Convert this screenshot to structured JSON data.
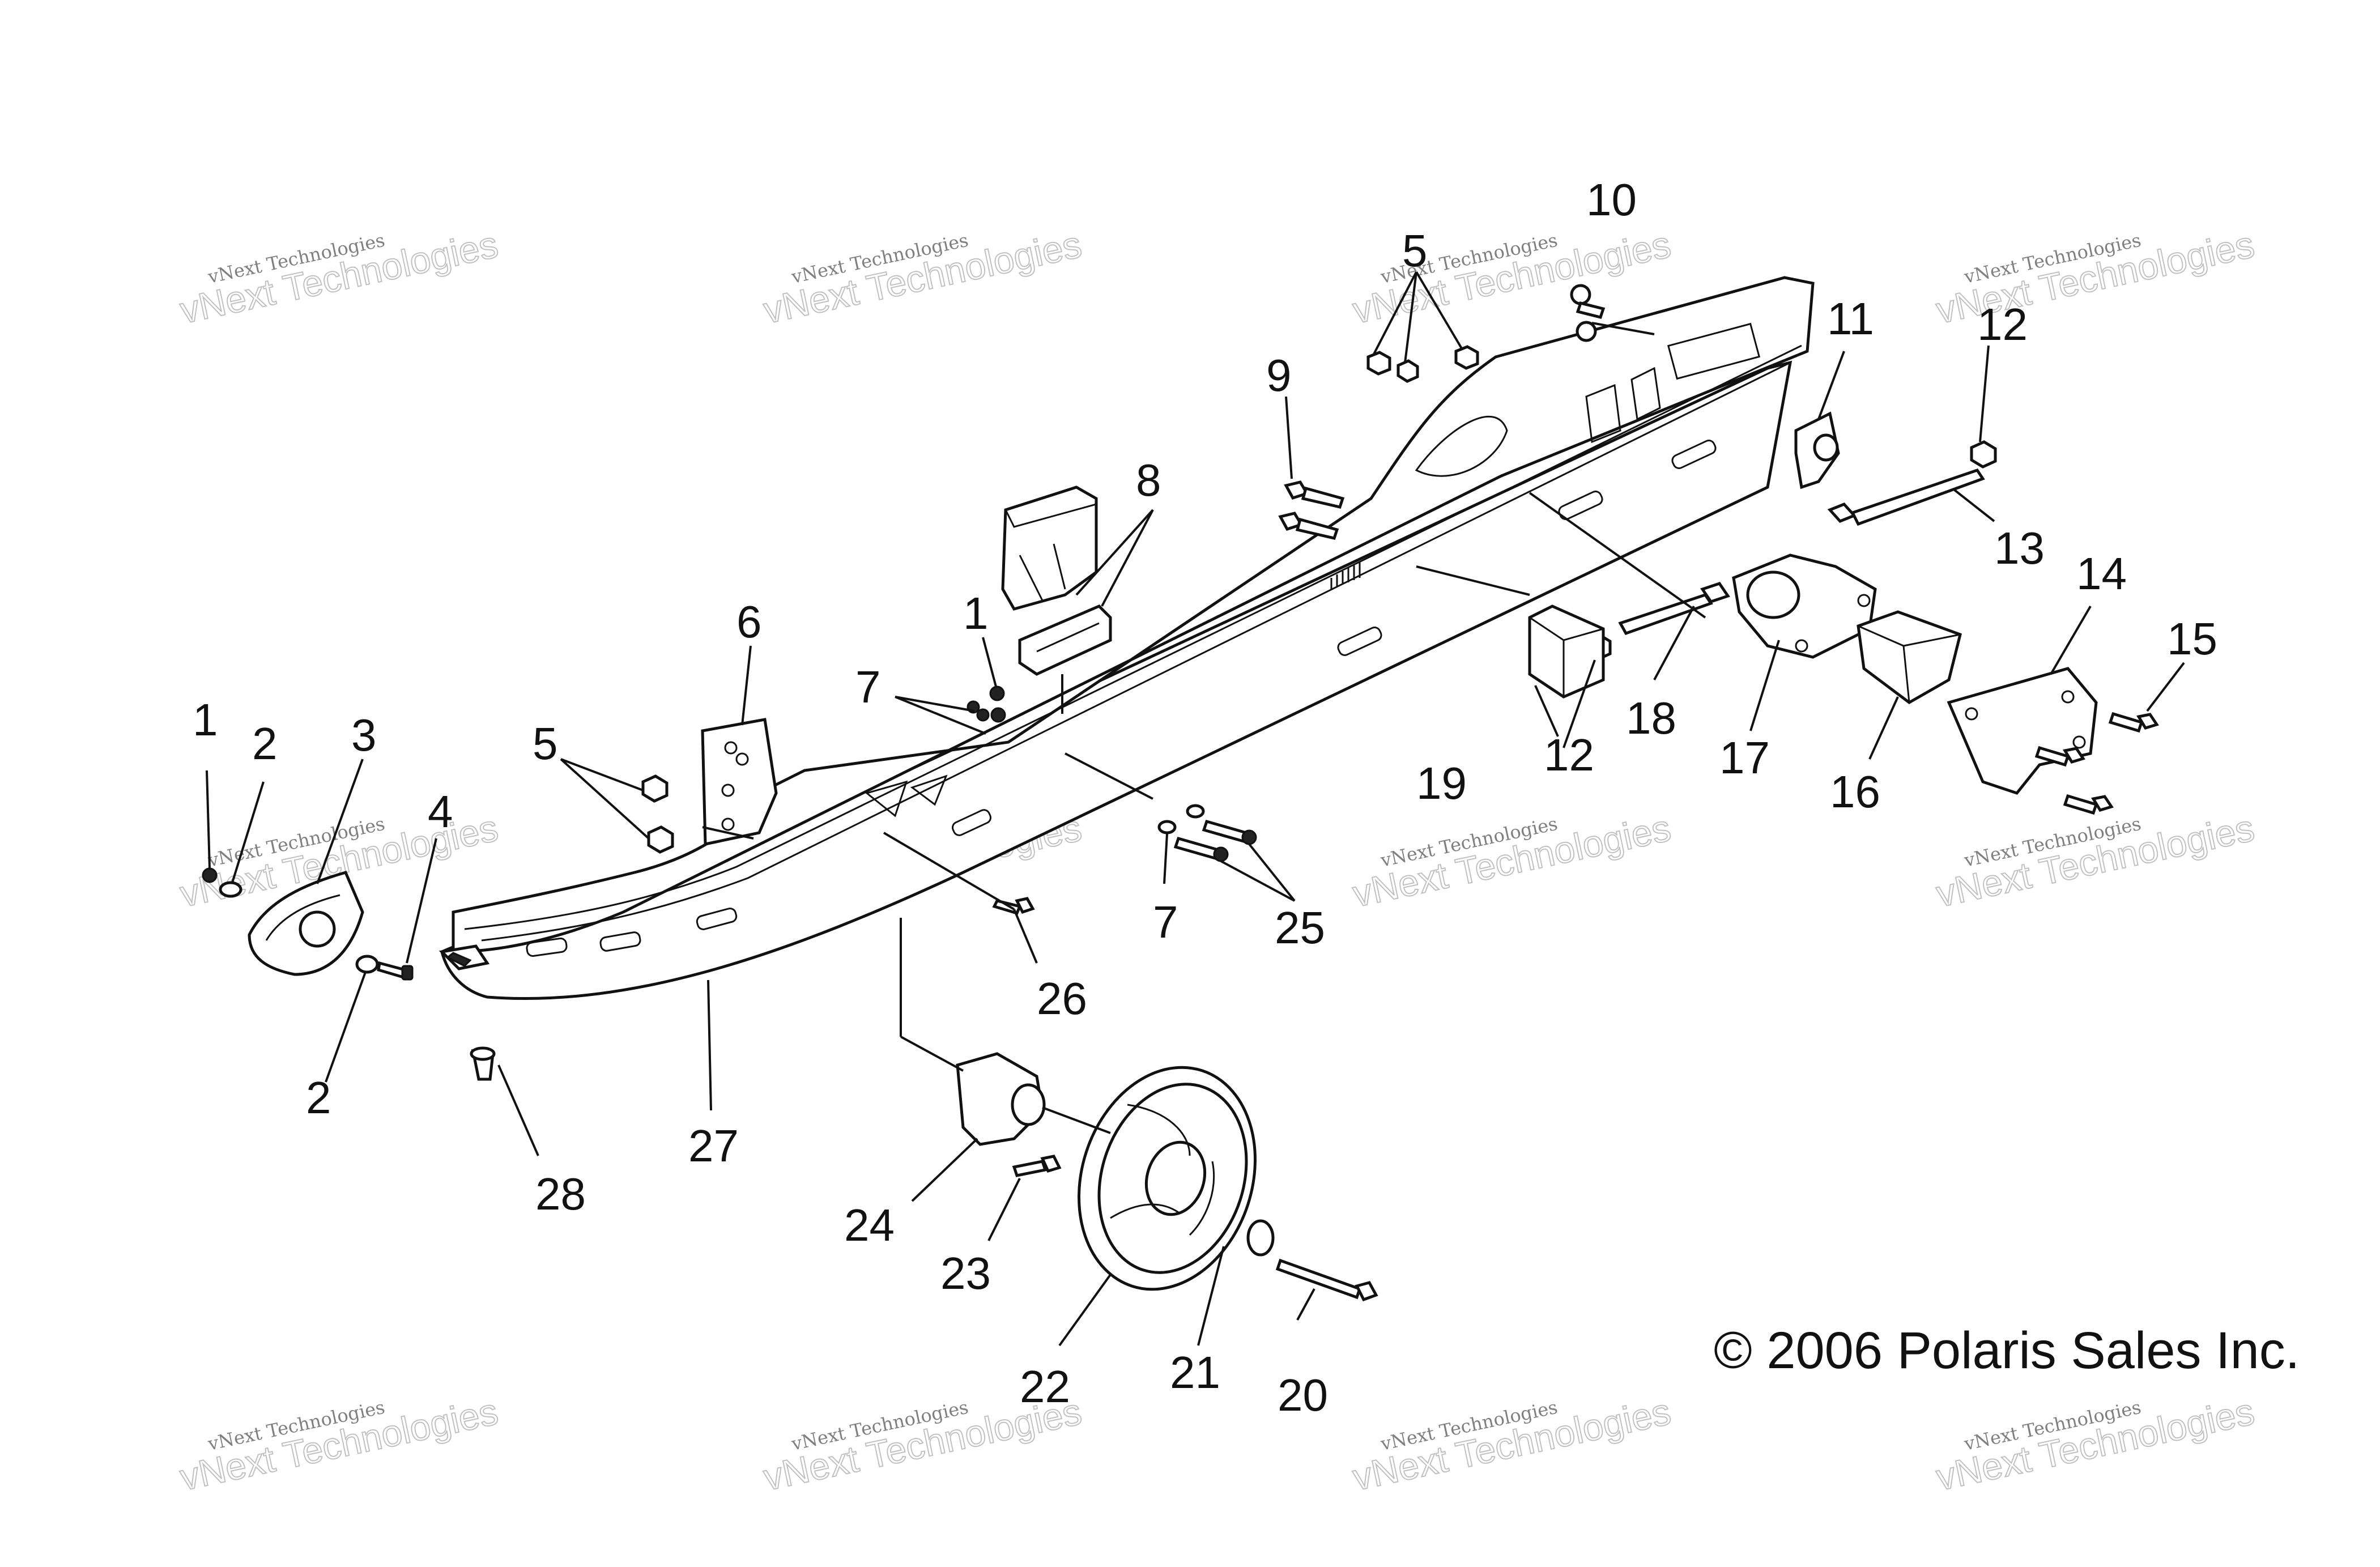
{
  "copyright": "© 2006 Polaris Sales Inc.",
  "watermark": {
    "line1": "vNext Technologies",
    "line2": "vNext Technologies"
  },
  "callouts": [
    "1",
    "2",
    "3",
    "4",
    "2",
    "5",
    "6",
    "7",
    "1",
    "8",
    "9",
    "5",
    "10",
    "11",
    "12",
    "13",
    "14",
    "15",
    "12",
    "18",
    "17",
    "16",
    "19",
    "7",
    "25",
    "26",
    "27",
    "28",
    "24",
    "23",
    "22",
    "21",
    "20"
  ]
}
